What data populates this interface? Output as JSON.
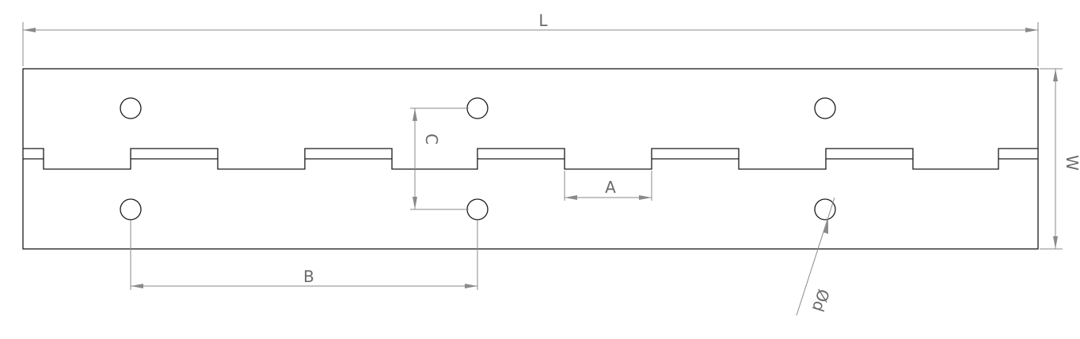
{
  "diagram": {
    "labels": {
      "length": "L",
      "width": "W",
      "knuckle": "A",
      "hole_pitch": "B",
      "hole_offset": "C",
      "hole_diameter": "Ød"
    },
    "colors": {
      "outline": "#1a1a1a",
      "dimension": "#8a8a8a",
      "label": "#6a6a6a"
    }
  }
}
